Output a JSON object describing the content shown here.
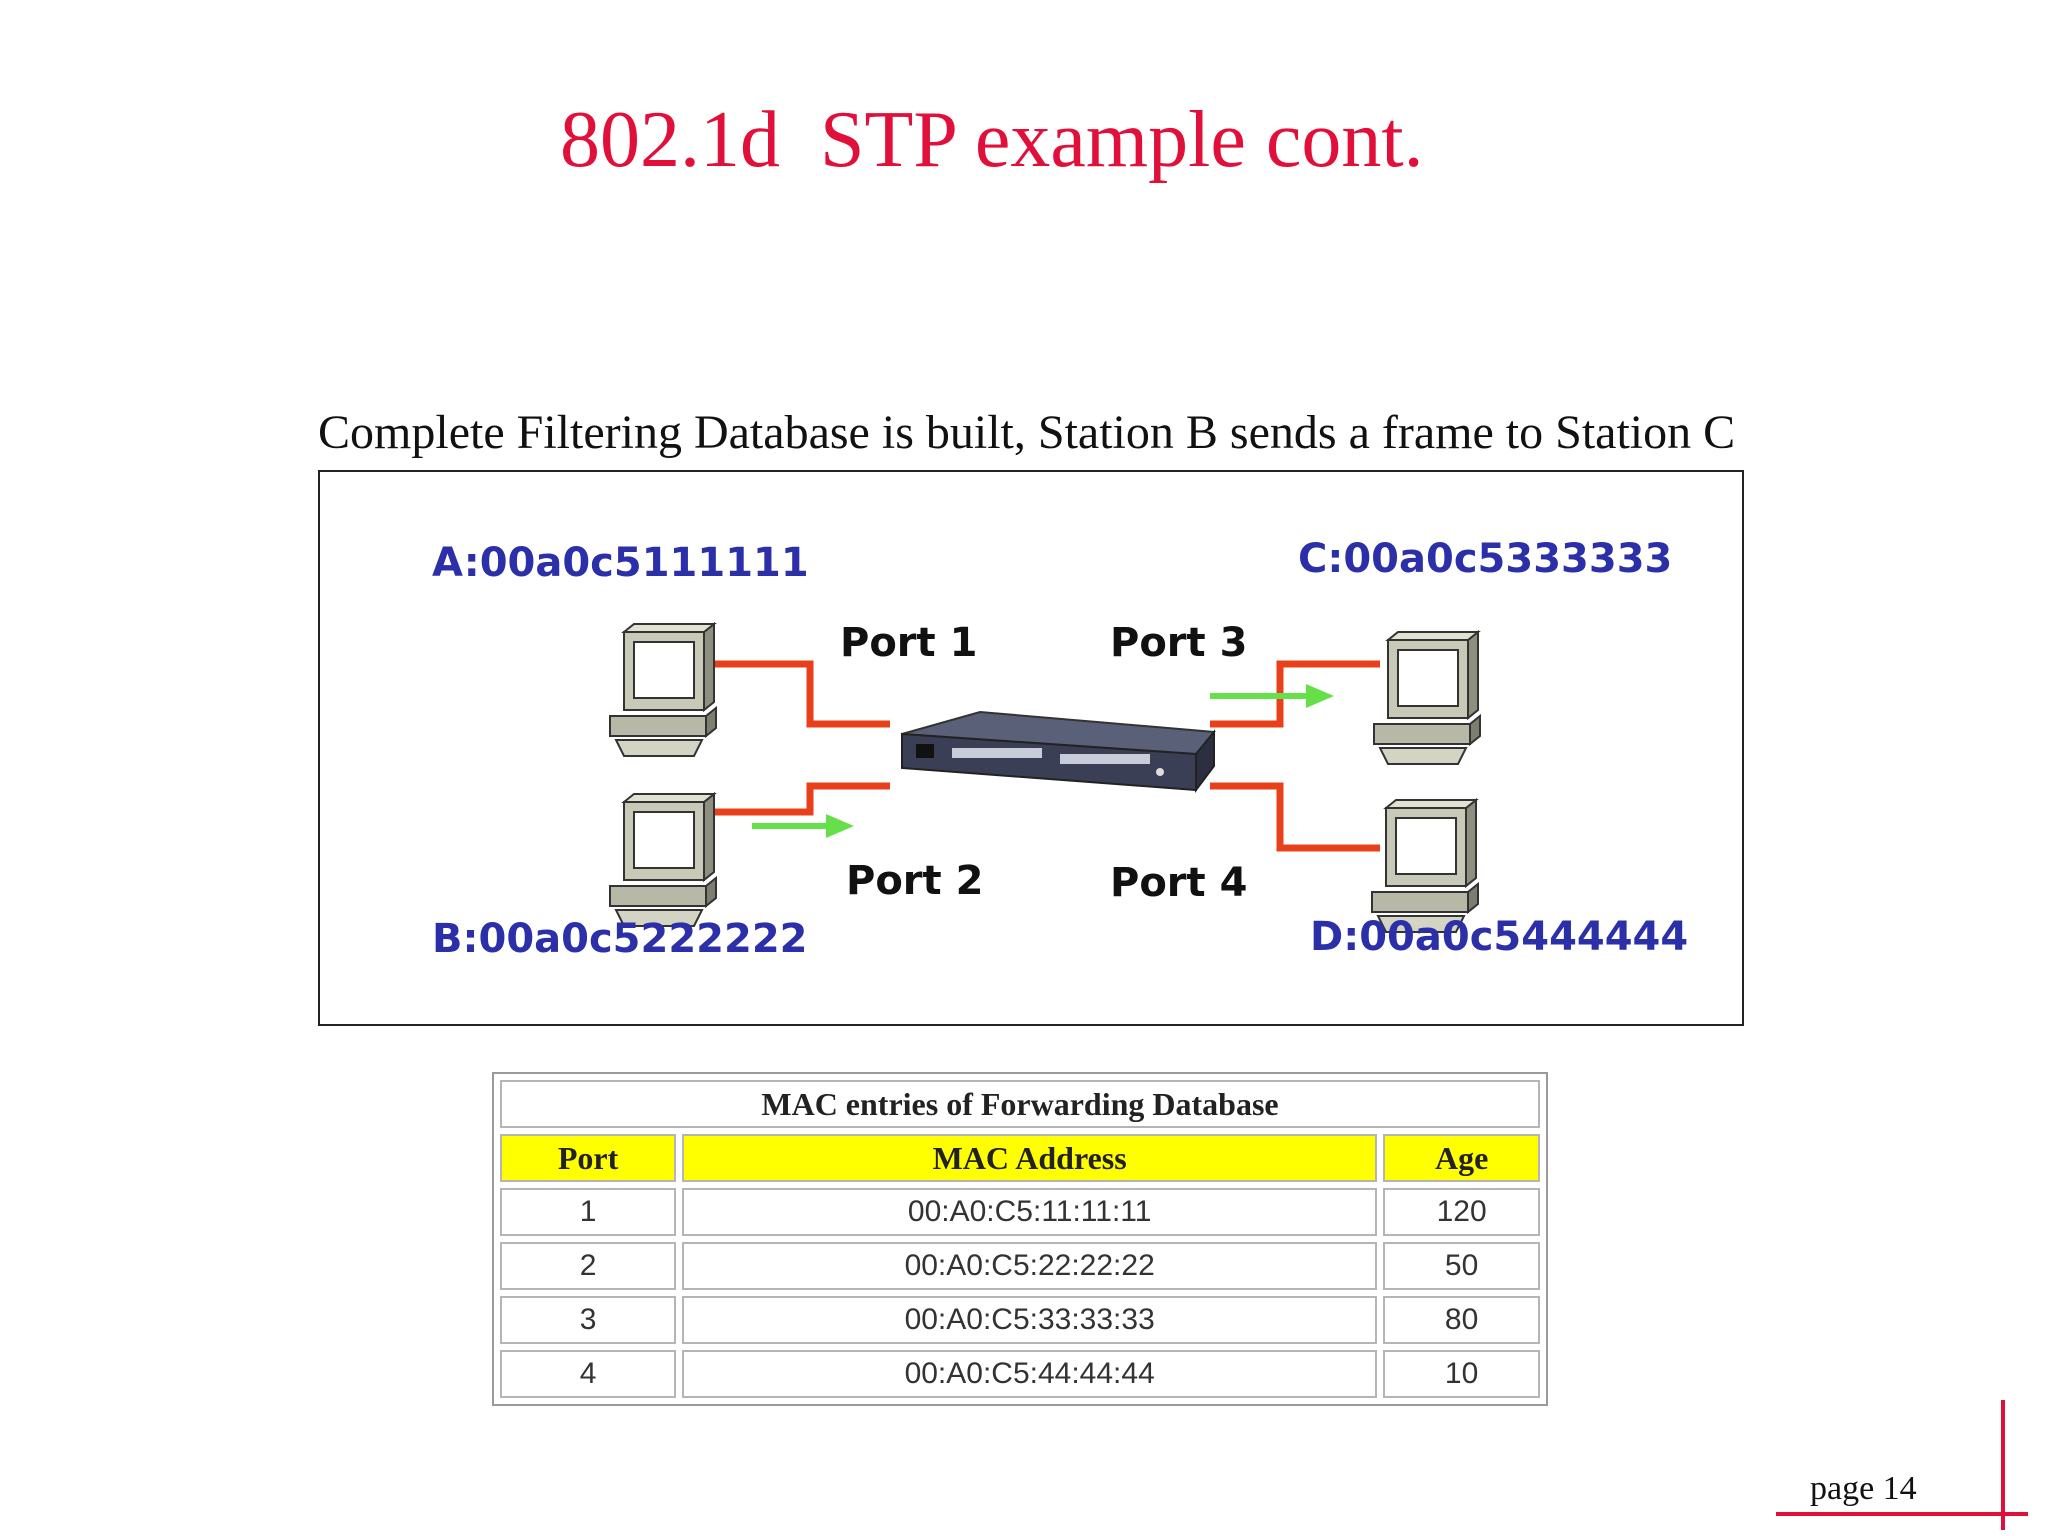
{
  "slide": {
    "title": "802.1d  STP example cont.",
    "subtitle": "Complete Filtering Database is built, Station B sends a frame to Station C",
    "page": "page 14"
  },
  "diagram": {
    "stations": {
      "a": "A:00a0c5111111",
      "b": "B:00a0c5222222",
      "c": "C:00a0c5333333",
      "d": "D:00a0c5444444"
    },
    "ports": {
      "p1": "Port 1",
      "p2": "Port 2",
      "p3": "Port 3",
      "p4": "Port 4"
    },
    "colors": {
      "station_label": "#2b2fa8",
      "link": "#e8401a",
      "arrow": "#66e04a",
      "title": "#e0103a"
    }
  },
  "table": {
    "caption": "MAC entries of Forwarding Database",
    "headers": [
      "Port",
      "MAC  Address",
      "Age"
    ],
    "rows": [
      [
        "1",
        "00:A0:C5:11:11:11",
        "120"
      ],
      [
        "2",
        "00:A0:C5:22:22:22",
        "50"
      ],
      [
        "3",
        "00:A0:C5:33:33:33",
        "80"
      ],
      [
        "4",
        "00:A0:C5:44:44:44",
        "10"
      ]
    ],
    "header_color": "#ffff00"
  }
}
